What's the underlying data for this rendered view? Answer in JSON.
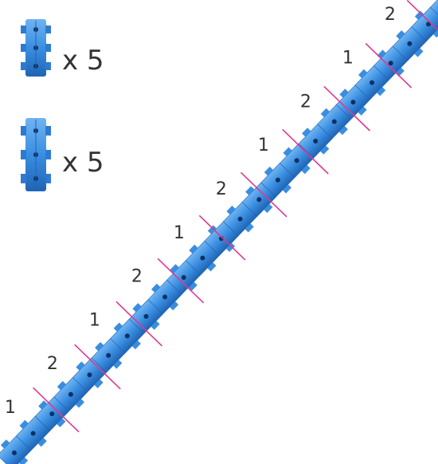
{
  "legend": [
    {
      "kind": "single-cube-piece",
      "multiplier": "x 5"
    },
    {
      "kind": "double-cube-piece",
      "multiplier": "x 5"
    }
  ],
  "segments": [
    "1",
    "2",
    "1",
    "2",
    "1",
    "2",
    "1",
    "2",
    "1",
    "2"
  ],
  "colors": {
    "cube_blue": "#3a8ee0",
    "cube_dark": "#1f64b5",
    "cube_light": "#6fb4f2",
    "peg_dark": "#0d2f66",
    "divider": "#e0388f",
    "text": "#333333"
  }
}
